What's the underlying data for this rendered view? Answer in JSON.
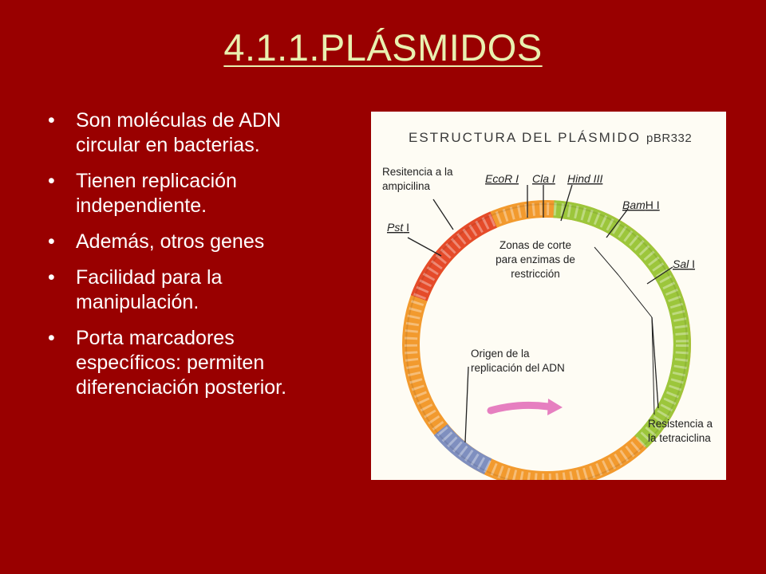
{
  "slide": {
    "title": "4.1.1.PLÁSMIDOS",
    "bullet_symbol": "•",
    "bullets": [
      "Son moléculas de ADN circular en bacterias.",
      "Tienen replicación independiente.",
      "Además, otros genes",
      "Facilidad para la manipulación.",
      "Porta marcadores específicos: permiten diferenciación posterior."
    ]
  },
  "figure": {
    "heading": "ESTRUCTURA DEL PLÁSMIDO",
    "heading_suffix": "pBR332",
    "labels": {
      "amp_line1": "Resitencia a la",
      "amp_line2": "ampicilina",
      "ecor": "EcoR I",
      "cla": "Cla I",
      "hind": "Hind III",
      "bamh_italic": "Bam",
      "bamh_rest": "H I",
      "pst_italic": "Pst",
      "pst_rest": " I",
      "sal_italic": "Sal",
      "sal_rest": " I",
      "zones_line1": "Zonas de corte",
      "zones_line2": "para enzimas de",
      "zones_line3": "restricción",
      "origin_line1": "Origen de la",
      "origin_line2": "replicación del ADN",
      "tet_line1": "Resistencia a",
      "tet_line2": "la tetraciclina"
    },
    "colors": {
      "ring_orange": "#f29a2e",
      "ring_red": "#e54b2a",
      "ring_green": "#9cc63b",
      "ring_blue": "#7f8fbf",
      "arrow": "#e67fc0"
    }
  }
}
